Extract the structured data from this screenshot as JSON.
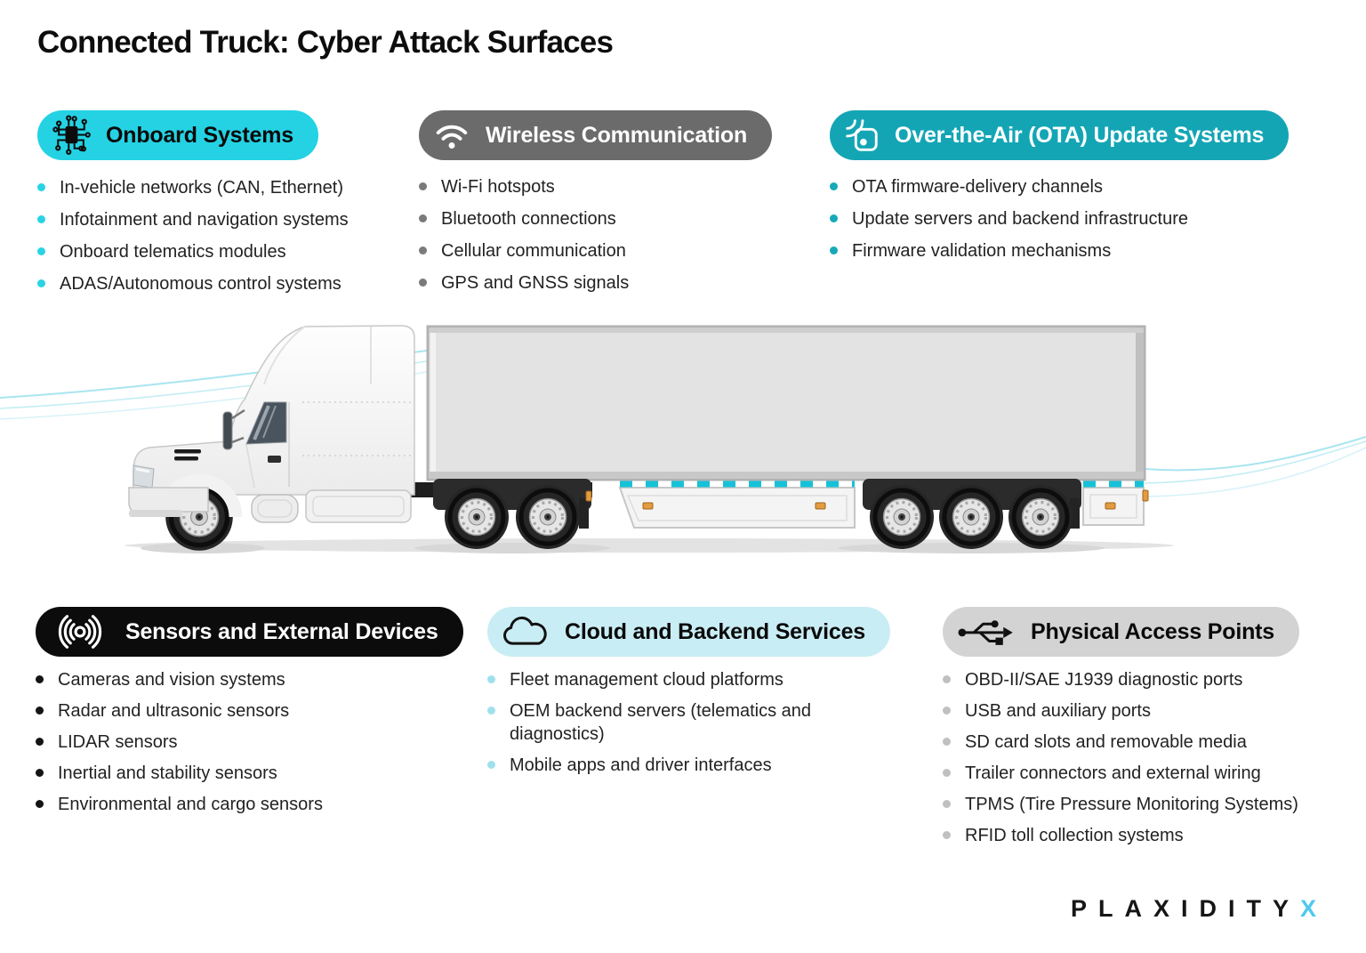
{
  "title": "Connected Truck: Cyber Attack Surfaces",
  "sections": [
    {
      "id": "onboard-systems",
      "label": "Onboard Systems",
      "icon": "chip-icon",
      "pill_bg": "#24d2e3",
      "pill_text": "#0a0a0a",
      "bullet_color": "#29d3e4",
      "items": [
        "In-vehicle networks (CAN, Ethernet)",
        "Infotainment and navigation systems",
        "Onboard telematics modules",
        "ADAS/Autonomous control systems"
      ]
    },
    {
      "id": "wireless-communication",
      "label": "Wireless Communication",
      "icon": "wifi-icon",
      "pill_bg": "#6b6b6b",
      "pill_text": "#ffffff",
      "bullet_color": "#7a7a7a",
      "items": [
        "Wi-Fi hotspots",
        "Bluetooth connections",
        "Cellular communication",
        "GPS and GNSS signals"
      ]
    },
    {
      "id": "ota-update-systems",
      "label": "Over-the-Air (OTA) Update Systems",
      "icon": "ota-update-icon",
      "pill_bg": "#14a5b5",
      "pill_text": "#ffffff",
      "bullet_color": "#17a9b9",
      "items": [
        "OTA firmware-delivery channels",
        "Update servers and backend infrastructure",
        "Firmware validation mechanisms"
      ]
    },
    {
      "id": "sensors-external-devices",
      "label": "Sensors and External Devices",
      "icon": "sensor-waves-icon",
      "pill_bg": "#0c0c0c",
      "pill_text": "#ffffff",
      "bullet_color": "#141414",
      "items": [
        "Cameras and vision systems",
        "Radar and ultrasonic sensors",
        "LIDAR sensors",
        "Inertial and stability sensors",
        "Environmental and cargo sensors"
      ]
    },
    {
      "id": "cloud-backend-services",
      "label": "Cloud and Backend Services",
      "icon": "cloud-icon",
      "pill_bg": "#c9edf4",
      "pill_text": "#0a0a0a",
      "bullet_color": "#9fe0ec",
      "items": [
        "Fleet management cloud platforms",
        "OEM backend servers (telematics and diagnostics)",
        "Mobile apps and driver interfaces"
      ]
    },
    {
      "id": "physical-access-points",
      "label": "Physical Access Points",
      "icon": "usb-icon",
      "pill_bg": "#d3d3d3",
      "pill_text": "#0a0a0a",
      "bullet_color": "#c0c0c0",
      "items": [
        "OBD-II/SAE J1939 diagnostic ports",
        "USB and auxiliary ports",
        "SD card slots and removable media",
        "Trailer connectors and external wiring",
        "TPMS (Tire Pressure Monitoring Systems)",
        "RFID toll collection systems"
      ]
    }
  ],
  "logo": {
    "brand": "PLAXIDITY",
    "accent": "X"
  },
  "theme": {
    "accent_cyan": "#24d2e3",
    "accent_teal": "#14a5b5",
    "pale_cyan": "#c9edf4",
    "dark_gray": "#6b6b6b",
    "light_gray": "#d3d3d3",
    "black": "#0c0c0c",
    "trailer_dash_cyan": "#17c2d8",
    "logo_accent": "#4ec9ee"
  }
}
